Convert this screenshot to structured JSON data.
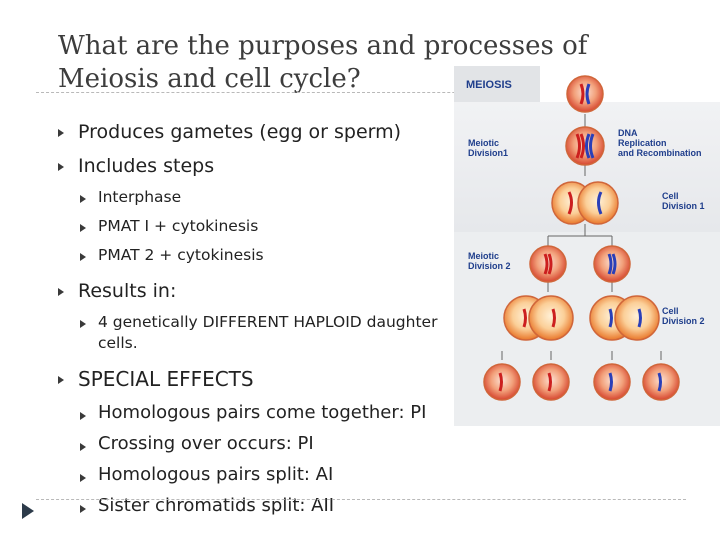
{
  "slide": {
    "title_line1": "What are the purposes and processes of",
    "title_line2": "Meiosis and cell cycle?"
  },
  "bullets": {
    "produces": "Produces gametes (egg or sperm)",
    "includes": "Includes steps",
    "interphase": "Interphase",
    "pmat1": "PMAT I + cytokinesis",
    "pmat2": "PMAT 2 + cytokinesis",
    "results": "Results in:",
    "result_line1": "4 genetically DIFFERENT HAPLOID daughter",
    "result_line2": "cells.",
    "special": "SPECIAL EFFECTS",
    "homologous_together": "Homologous pairs come together: PI",
    "crossing": "Crossing over occurs: PI",
    "homologous_split": "Homologous pairs split: AI",
    "sister": "Sister chromatids split: AII"
  },
  "diagram": {
    "header": "MEIOSIS",
    "meiotic_division_1_line1": "Meiotic",
    "meiotic_division_1_line2": "Division1",
    "dna_line1": "DNA",
    "dna_line2": "Replication",
    "dna_line3": "and Recombination",
    "cell_division_1_line1": "Cell",
    "cell_division_1_line2": "Division 1",
    "meiotic_division_2_line1": "Meiotic",
    "meiotic_division_2_line2": "Division 2",
    "cell_division_2_line1": "Cell",
    "cell_division_2_line2": "Division 2",
    "label_color": "#1f3e8c",
    "cell_orange": "#f08a3a",
    "cell_red": "#d93a34",
    "chromosome_red": "#cc1f1f",
    "chromosome_blue": "#2a3fb8"
  }
}
